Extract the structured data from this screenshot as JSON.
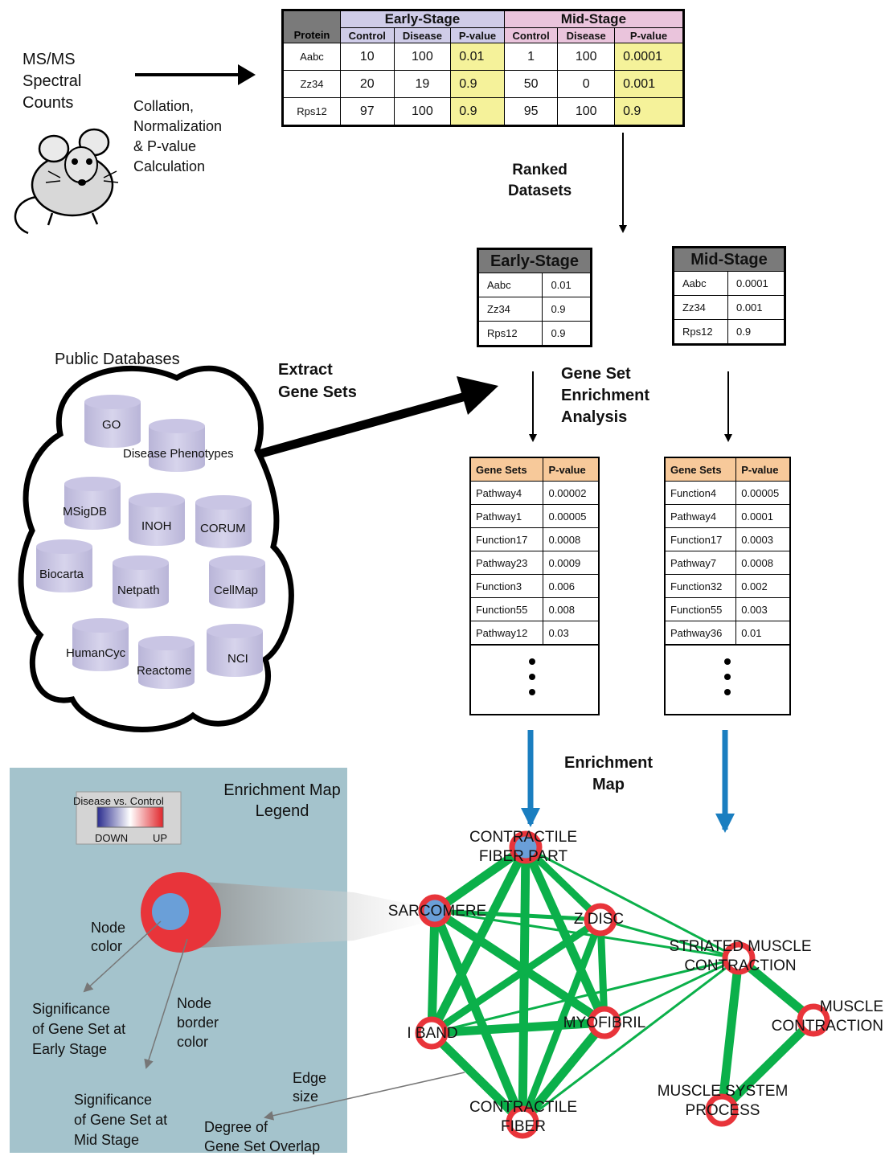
{
  "intro": {
    "spectral_counts": [
      "MS/MS",
      "Spectral",
      "Counts"
    ],
    "collation": [
      "Collation,",
      "Normalization",
      "& P-value",
      "Calculation"
    ]
  },
  "main_table": {
    "early_header": "Early-Stage",
    "mid_header": "Mid-Stage",
    "protein_header": "Protein",
    "sub_headers": [
      "Control",
      "Disease",
      "P-value",
      "Control",
      "Disease",
      "P-value"
    ],
    "rows": [
      {
        "protein": "Aabc",
        "cells": [
          "10",
          "100",
          "0.01",
          "1",
          "100",
          "0.0001"
        ]
      },
      {
        "protein": "Zz34",
        "cells": [
          "20",
          "19",
          "0.9",
          "50",
          "0",
          "0.001"
        ]
      },
      {
        "protein": "Rps12",
        "cells": [
          "97",
          "100",
          "0.9",
          "95",
          "100",
          "0.9"
        ]
      }
    ]
  },
  "ranked_label": [
    "Ranked",
    "Datasets"
  ],
  "ranked_early": {
    "title": "Early-Stage",
    "rows": [
      [
        "Aabc",
        "0.01"
      ],
      [
        "Zz34",
        "0.9"
      ],
      [
        "Rps12",
        "0.9"
      ]
    ]
  },
  "ranked_mid": {
    "title": "Mid-Stage",
    "rows": [
      [
        "Aabc",
        "0.0001"
      ],
      [
        "Zz34",
        "0.001"
      ],
      [
        "Rps12",
        "0.9"
      ]
    ]
  },
  "public_db_label": "Public Databases",
  "extract_label": [
    "Extract",
    "Gene Sets"
  ],
  "gsea_label": [
    "Gene Set",
    "Enrichment",
    "Analysis"
  ],
  "databases": [
    "GO",
    "Disease Phenotypes",
    "MSigDB",
    "INOH",
    "CORUM",
    "Biocarta",
    "Netpath",
    "CellMap",
    "HumanCyc",
    "Reactome",
    "NCI"
  ],
  "gsea_early": {
    "headers": [
      "Gene Sets",
      "P-value"
    ],
    "rows": [
      [
        "Pathway4",
        "0.00002"
      ],
      [
        "Pathway1",
        "0.00005"
      ],
      [
        "Function17",
        "0.0008"
      ],
      [
        "Pathway23",
        "0.0009"
      ],
      [
        "Function3",
        "0.006"
      ],
      [
        "Function55",
        "0.008"
      ],
      [
        "Pathway12",
        "0.03"
      ]
    ]
  },
  "gsea_mid": {
    "headers": [
      "Gene Sets",
      "P-value"
    ],
    "rows": [
      [
        "Function4",
        "0.00005"
      ],
      [
        "Pathway4",
        "0.0001"
      ],
      [
        "Function17",
        "0.0003"
      ],
      [
        "Pathway7",
        "0.0008"
      ],
      [
        "Function32",
        "0.002"
      ],
      [
        "Function55",
        "0.003"
      ],
      [
        "Pathway36",
        "0.01"
      ]
    ]
  },
  "enrichment_map_label": [
    "Enrichment",
    "Map"
  ],
  "legend": {
    "title": [
      "Enrichment Map",
      "Legend"
    ],
    "colorbar_title": "Disease vs. Control",
    "down": "DOWN",
    "up": "UP",
    "node_color": [
      "Node",
      "color"
    ],
    "node_border": [
      "Node",
      "border",
      "color"
    ],
    "sig_early": [
      "Significance",
      "of Gene Set at",
      "Early Stage"
    ],
    "sig_mid": [
      "Significance",
      "of Gene Set at",
      "Mid Stage"
    ],
    "edge_size": [
      "Edge",
      "size"
    ],
    "overlap": [
      "Degree of",
      "Gene Set Overlap"
    ],
    "colors": {
      "border": "#e8343a",
      "fill": "#6a9fd8",
      "panel": "#a4c3cc"
    }
  },
  "network": {
    "edge_color": "#0bb04a",
    "nodes": [
      {
        "id": "cfp",
        "label": [
          "CONTRACTILE",
          "FIBER PART"
        ],
        "filled": true
      },
      {
        "id": "sarc",
        "label": [
          "SARCOMERE"
        ],
        "filled": true
      },
      {
        "id": "zdisc",
        "label": [
          "Z DISC"
        ],
        "filled": false
      },
      {
        "id": "iband",
        "label": [
          "I BAND"
        ],
        "filled": false
      },
      {
        "id": "myo",
        "label": [
          "MYOFIBRIL"
        ],
        "filled": false
      },
      {
        "id": "cf",
        "label": [
          "CONTRACTILE",
          "FIBER"
        ],
        "filled": false
      },
      {
        "id": "smc",
        "label": [
          "STRIATED MUSCLE",
          "CONTRACTION"
        ],
        "filled": false
      },
      {
        "id": "mc",
        "label": [
          "MUSCLE",
          "CONTRACTION"
        ],
        "filled": false
      },
      {
        "id": "msp",
        "label": [
          "MUSCLE SYSTEM",
          "PROCESS"
        ],
        "filled": false
      }
    ]
  }
}
